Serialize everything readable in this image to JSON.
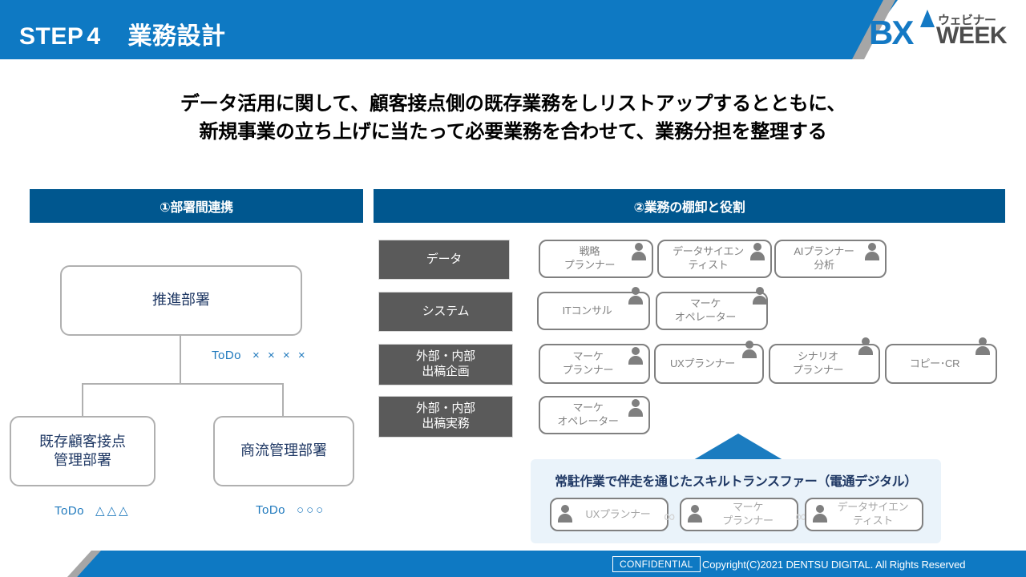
{
  "header": {
    "step_word": "STEP",
    "step_number": "4",
    "step_label": "業務設計"
  },
  "logo": {
    "bx": "BX",
    "webinar": "ウェビナー",
    "week": "WEEK"
  },
  "headline": {
    "line1": "データ活用に関して、顧客接点側の既存業務をしリストアップするとともに、",
    "line2": "新規事業の立ち上げに当たって必要業務を合わせて、業務分担を整理する"
  },
  "section1": {
    "title": "①部署間連携",
    "root_box": "推進部署",
    "left_box": "既存顧客接点\n管理部署",
    "right_box": "商流管理部署",
    "todo_label": "ToDo",
    "todo_root_marks": "× × × ×",
    "todo_left_marks": "△△△",
    "todo_right_marks": "○○○"
  },
  "section2": {
    "title": "②業務の棚卸と役割",
    "categories": [
      {
        "label": "データ"
      },
      {
        "label": "システム"
      },
      {
        "label": "外部・内部\n出稿企画"
      },
      {
        "label": "外部・内部\n出稿実務"
      }
    ],
    "roles": [
      {
        "label": "戦略\nプランナー"
      },
      {
        "label": "データサイエン\nティスト"
      },
      {
        "label": "AIプランナー\n分析"
      },
      {
        "label": "ITコンサル"
      },
      {
        "label": "マーケ\nオペレーター"
      },
      {
        "label": "マーケ\nプランナー"
      },
      {
        "label": "UXプランナー"
      },
      {
        "label": "シナリオ\nプランナー"
      },
      {
        "label": "コピー･CR"
      },
      {
        "label": "マーケ\nオペレーター"
      }
    ]
  },
  "callout": {
    "title": "常駐作業で伴走を通じたスキルトランスファー（電通デジタル）",
    "cards": [
      {
        "label": "UXプランナー"
      },
      {
        "label": "マーケ\nプランナー"
      },
      {
        "label": "データサイエン\nティスト"
      }
    ],
    "link_glyph": "∞"
  },
  "footer": {
    "confidential": "CONFIDENTIAL",
    "copyright": "Copyright(C)2021 DENTSU DIGITAL. All Rights Reserved"
  },
  "colors": {
    "header_blue": "#0e79c3",
    "section_blue": "#00578f",
    "callout_bg": "#eaf3fa",
    "gray_box": "#5a5a5a",
    "text_navy": "#1f3864",
    "todo_blue": "#1f79bd"
  }
}
